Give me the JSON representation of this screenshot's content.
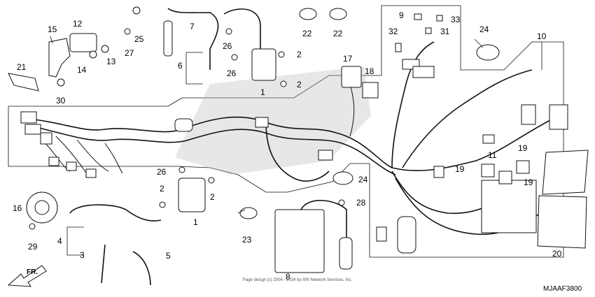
{
  "callouts": {
    "p1a": "1",
    "p1b": "1",
    "p2a": "2",
    "p2b": "2",
    "p2c": "2",
    "p2d": "2",
    "p3": "3",
    "p4": "4",
    "p5": "5",
    "p6": "6",
    "p7": "7",
    "p8": "8",
    "p9": "9",
    "p10": "10",
    "p11": "11",
    "p12": "12",
    "p13": "13",
    "p14": "14",
    "p15": "15",
    "p16": "16",
    "p17": "17",
    "p18": "18",
    "p19a": "19",
    "p19b": "19",
    "p19c": "19",
    "p20": "20",
    "p21": "21",
    "p22a": "22",
    "p22b": "22",
    "p23": "23",
    "p24a": "24",
    "p24b": "24",
    "p25": "25",
    "p26a": "26",
    "p26b": "26",
    "p26c": "26",
    "p27": "27",
    "p28": "28",
    "p29": "29",
    "p30": "30",
    "p31": "31",
    "p32": "32",
    "p33": "33"
  },
  "copyright": "Page design (c) 2004 - 2024 by ARI Network Services, Inc.",
  "diagram_code": "MJAAF3800",
  "direction_label": "FR."
}
